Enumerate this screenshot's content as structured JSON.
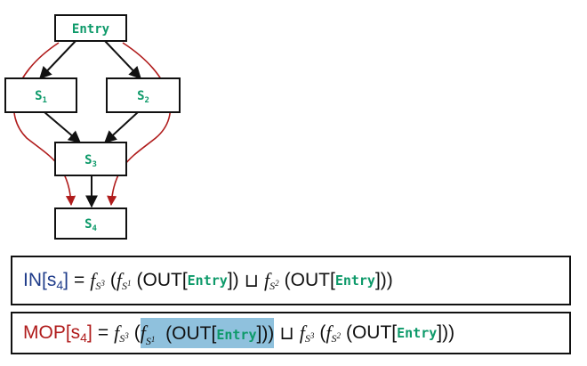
{
  "nodes": {
    "entry": {
      "label": "Entry"
    },
    "s1": {
      "base": "S",
      "sub": "1"
    },
    "s2": {
      "base": "S",
      "sub": "2"
    },
    "s3": {
      "base": "S",
      "sub": "3"
    },
    "s4": {
      "base": "S",
      "sub": "4"
    }
  },
  "equation_in": {
    "lhs": "IN[s",
    "lhs_sub": "4",
    "lhs_close": "]",
    "eq": "=",
    "f": "f",
    "s": "S",
    "sub1": "3",
    "sub2": "1",
    "sub3": "2",
    "open": "(",
    "out_open": "(OUT[",
    "entry": "Entry",
    "out_close": "])",
    "meet": "⊔",
    "close2": "]))"
  },
  "equation_mop": {
    "lhs": "MOP[s",
    "lhs_sub": "4",
    "lhs_close": "]",
    "eq": "=",
    "f": "f",
    "s": "S",
    "sub_a": "3",
    "sub_b": "1",
    "sub_c": "3",
    "sub_d": "2",
    "open": "(",
    "out_open": "(OUT[",
    "entry": "Entry",
    "out_close": "]))",
    "meet": "⊔",
    "close2": "]))"
  },
  "colors": {
    "node_text": "#0e9a6a",
    "edge": "#111111",
    "path_arrow": "#b01c1c",
    "in_label": "#1f3c8a",
    "mop_label": "#b01c1c",
    "highlight": "#8fc1dd"
  }
}
